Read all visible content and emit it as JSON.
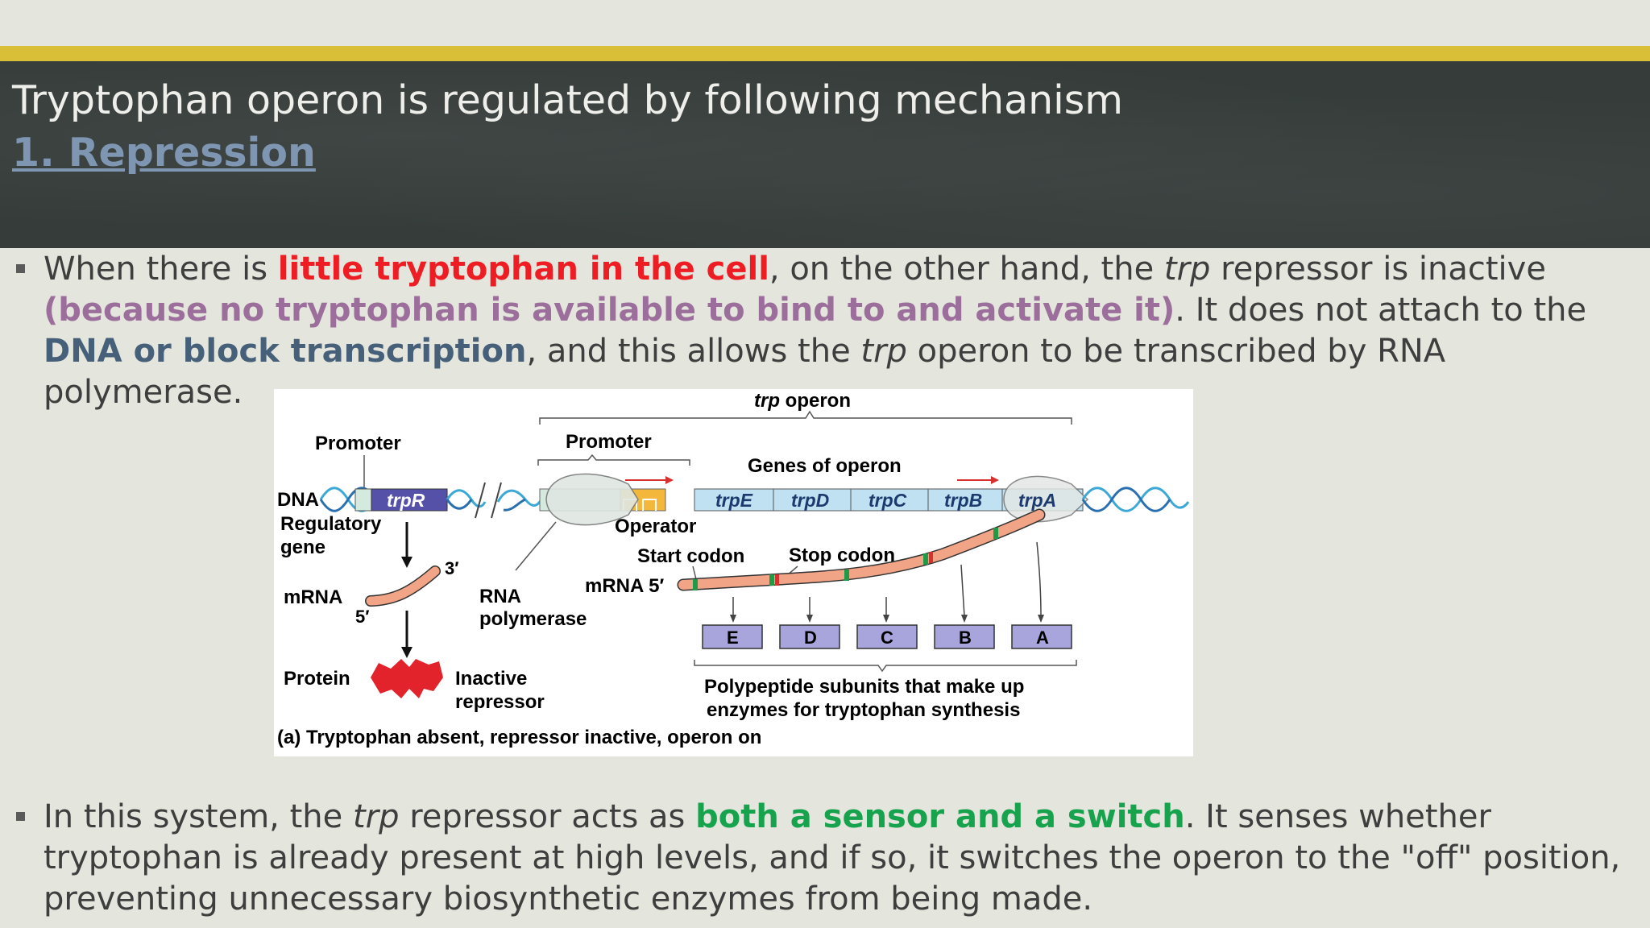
{
  "slide": {
    "title_line1": "Tryptophan operon is regulated by following mechanism",
    "title_line2": "1. Repression"
  },
  "bullet1": {
    "t1": "When there is ",
    "t2": "little tryptophan in the cell",
    "t3": ", on the other hand, the ",
    "t4": "trp",
    "t5": " repressor is inactive ",
    "t6": "(because no tryptophan is available to bind to and activate it)",
    "t7": ". It does not attach to the ",
    "t8": "DNA or block transcription",
    "t9": ", and this allows the ",
    "t10": "trp",
    "t11": " operon to be transcribed by RNA polymerase."
  },
  "bullet2": {
    "t1": "In this system, the ",
    "t2": "trp",
    "t3": " repressor acts as ",
    "t4": "both a sensor and a switch",
    "t5": ". It senses whether tryptophan is already present at high levels, and if so, it switches the operon to the \"off\" position, preventing unnecessary biosynthetic enzymes from being made."
  },
  "figure": {
    "operon_label_italic": "trp",
    "operon_label_rest": " operon",
    "promoter_left": "Promoter",
    "promoter_right": "Promoter",
    "genes_of_operon": "Genes of operon",
    "dna": "DNA",
    "trpR": "trpR",
    "genes": [
      "trpE",
      "trpD",
      "trpC",
      "trpB",
      "trpA"
    ],
    "regulatory_gene_1": "Regulatory",
    "regulatory_gene_2": "gene",
    "operator": "Operator",
    "start_codon": "Start codon",
    "stop_codon": "Stop codon",
    "mrna_left": "mRNA",
    "mrna_right": "mRNA 5′",
    "three_prime": "3′",
    "five_prime": "5′",
    "rna_polymerase_1": "RNA",
    "rna_polymerase_2": "polymerase",
    "protein": "Protein",
    "inactive_1": "Inactive",
    "inactive_2": "repressor",
    "enzyme_boxes": [
      "E",
      "D",
      "C",
      "B",
      "A"
    ],
    "polypeptide_1": "Polypeptide subunits that make up",
    "polypeptide_2": "enzymes for tryptophan synthesis",
    "caption": "(a) Tryptophan absent, repressor inactive, operon on"
  },
  "colors": {
    "gold": "#d9be38",
    "chalkboard": "#353c3a",
    "highlight_red": "#ee1c23",
    "highlight_purple": "#9c6e9b",
    "highlight_blue": "#47607a",
    "highlight_green": "#17a24e"
  }
}
